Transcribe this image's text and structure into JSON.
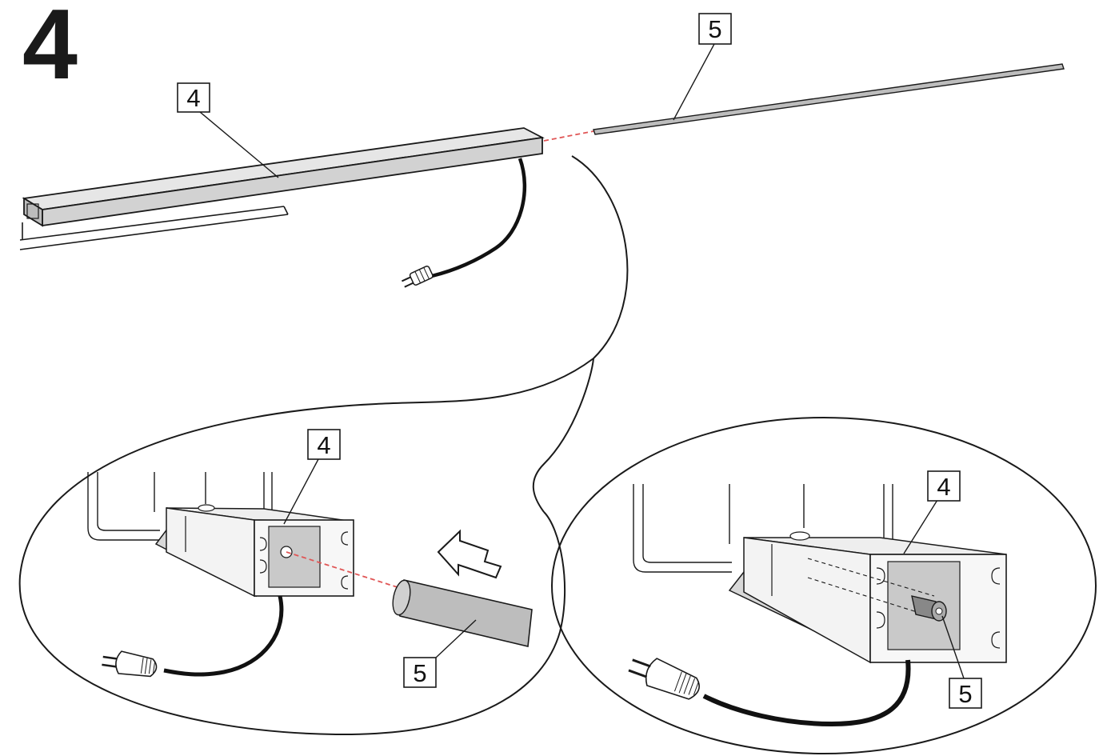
{
  "step": {
    "number": "4"
  },
  "callouts": {
    "top_profile": "4",
    "top_rod": "5",
    "left_profile": "4",
    "left_rod": "5",
    "right_profile": "4",
    "right_rod": "5"
  },
  "colors": {
    "line": "#1a1a1a",
    "profile_fill": "#e6e6e6",
    "profile_shade": "#c9c9c9",
    "rod_fill": "#bdbdbd",
    "guide_dash": "#e05555",
    "cable": "#111111"
  }
}
